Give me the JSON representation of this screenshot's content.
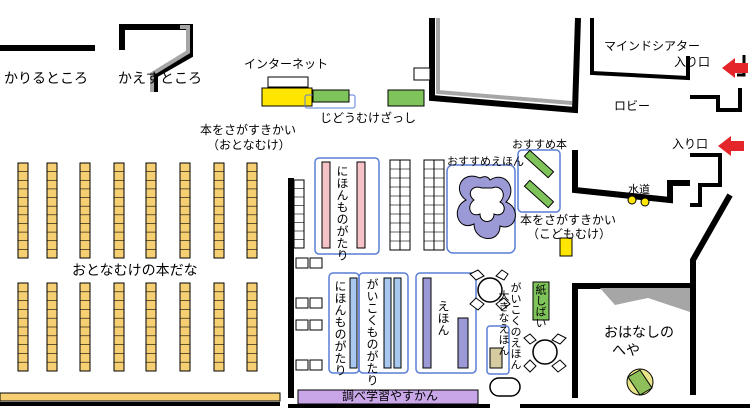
{
  "labels": {
    "return_place": "かりるところ",
    "borrow_place": "かえすところ",
    "internet": "インターネット",
    "adult_search_1": "本をさがすきかい",
    "adult_search_2": "（おとなむけ）",
    "children_magazines": "じどうむけざっし",
    "mind_theater_1": "マインドシアター",
    "mind_theater_2": "入り口",
    "lobby": "ロビー",
    "entrance": "入り口",
    "recommended_books": "おすすめ本",
    "recommended_picture_books": "おすすめえほん",
    "water_fountain": "水道",
    "child_search_1": "本をさがすきかい",
    "child_search_2": "（こどもむけ）",
    "adult_shelves": "おとなむけの本だな",
    "japanese_stories_1": "にほんものがたり",
    "japanese_stories_2": "にほんものがたり",
    "foreign_stories": "がいこくものがたり",
    "picture_books": "えほん",
    "paper_theater": "紙しばい",
    "big_picture_books": "大きなえほん",
    "foreign_picture_books": "がいこくのえほん",
    "story_room_1": "おはなしの",
    "story_room_2": "へや",
    "study_room": "調べ学習やすかん"
  },
  "colors": {
    "adult_shelf": "#f7cf73",
    "japanese_shelf": "#f4c2c7",
    "foreign_shelf": "#a9c8ef",
    "picture_shelf": "#9c9ad6",
    "green": "#7fc45a",
    "yellow": "#ffe600",
    "purple": "#c8a6e8",
    "red_arrow": "#e4262b",
    "outline_blue": "#5a7fd6",
    "wall": "#000000",
    "grey_wall": "#a6a6a6"
  }
}
